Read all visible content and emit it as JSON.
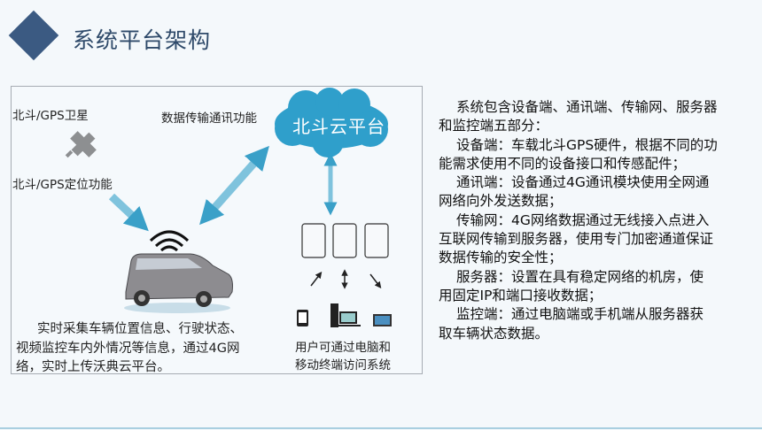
{
  "header": {
    "title": "系统平台架构"
  },
  "diagram": {
    "satellite_label": "北斗/GPS卫星",
    "positioning_label": "北斗/GPS定位功能",
    "comm_label": "数据传输通讯功能",
    "cloud_label": "北斗云平台",
    "vehicle_caption": [
      "实时采集车辆位置信息、行驶状态、",
      "视频监控车内外情况等信息，通过4G网",
      "络，实时上传沃典云平台。"
    ],
    "user_caption": [
      "用户可通过电脑和",
      "移动终端访问系统"
    ],
    "colors": {
      "arrow": "#3aa0c8",
      "cloud": "#2f9fcb",
      "diamond": "#3b5a82"
    }
  },
  "description": {
    "lines": [
      {
        "text": "系统包含设备端、通讯端、传输网、服务器",
        "indent": true
      },
      {
        "text": "和监控端五部分：",
        "indent": false
      },
      {
        "text": "设备端：车载北斗GPS硬件，根据不同的功",
        "indent": true
      },
      {
        "text": "能需求使用不同的设备接口和传感配件；",
        "indent": false
      },
      {
        "text": "通讯端：设备通过4G通讯模块使用全网通",
        "indent": true
      },
      {
        "text": "网络向外发送数据；",
        "indent": false
      },
      {
        "text": "传输网：4G网络数据通过无线接入点进入",
        "indent": true
      },
      {
        "text": "互联网传输到服务器，使用专门加密通道保证",
        "indent": false
      },
      {
        "text": "数据传输的安全性；",
        "indent": false
      },
      {
        "text": "服务器：设置在具有稳定网络的机房，使",
        "indent": true
      },
      {
        "text": "用固定IP和端口接收数据；",
        "indent": false
      },
      {
        "text": "监控端：通过电脑端或手机端从服务器获",
        "indent": true
      },
      {
        "text": "取车辆状态数据。",
        "indent": false
      }
    ]
  }
}
